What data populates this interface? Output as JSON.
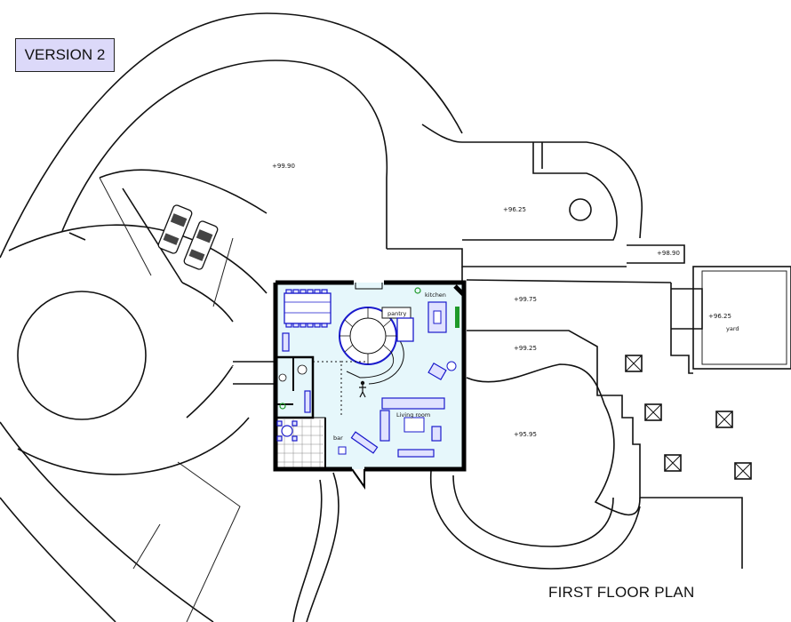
{
  "badge": {
    "version_label": "VERSION 2"
  },
  "title": {
    "text": "FIRST FLOOR PLAN"
  },
  "levels": {
    "top_courtyard": "+99.90",
    "upper_terrace": "+96.25",
    "ledge": "+98.90",
    "east_terrace_upper": "+99.75",
    "east_terrace_mid": "+99.25",
    "yard_level": "+96.25",
    "lower_terrace": "+95.95"
  },
  "rooms": {
    "kitchen": "kitchen",
    "pantry": "pantry",
    "living_room": "Living room",
    "bar": "bar",
    "yard": "yard"
  },
  "colors": {
    "badge_fill": "#dcd9f9",
    "interior_fill": "#e6f7fb",
    "furniture_stroke": "#1a1acc",
    "furniture_fill": "#e0e2ff",
    "plant_color": "#1f9a2a",
    "wall_color": "#000000"
  }
}
